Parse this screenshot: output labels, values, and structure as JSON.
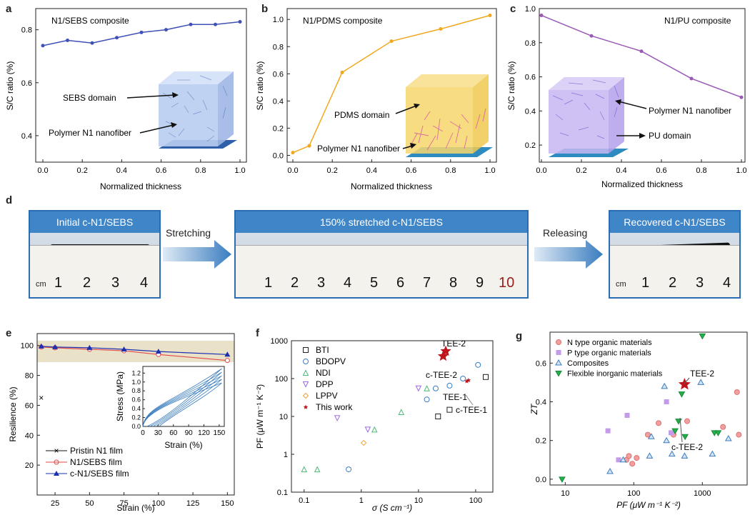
{
  "panel_labels": [
    "a",
    "b",
    "c",
    "d",
    "e",
    "f",
    "g"
  ],
  "colors": {
    "a": "#3f51b5",
    "b": "#f2a81d",
    "c": "#9b59b6",
    "blue_arrow": "#3a7dc0"
  },
  "a": {
    "title": "N1/SEBS composite",
    "xlabel": "Normalized thickness",
    "ylabel": "S/C ratio (%)",
    "yticks": [
      "0.4",
      "0.6",
      "0.8"
    ],
    "xticks": [
      "0.0",
      "0.2",
      "0.4",
      "0.6",
      "0.8",
      "1.0"
    ],
    "ann1": "SEBS domain",
    "ann2": "Polymer N1 nanofiber"
  },
  "b": {
    "title": "N1/PDMS composite",
    "xlabel": "Normalized thickness",
    "ylabel": "S/C ratio (%)",
    "yticks": [
      "0.0",
      "0.2",
      "0.4",
      "0.6",
      "0.8",
      "1.0"
    ],
    "xticks": [
      "0.0",
      "0.2",
      "0.4",
      "0.6",
      "0.8",
      "1.0"
    ],
    "ann1": "PDMS domain",
    "ann2": "Polymer N1 nanofiber"
  },
  "c": {
    "title": "N1/PU composite",
    "xlabel": "Normalized thickness",
    "ylabel": "S/C ratio (%)",
    "yticks": [
      "0.2",
      "0.4",
      "0.6",
      "0.8",
      "1.0"
    ],
    "xticks": [
      "0.0",
      "0.2",
      "0.4",
      "0.6",
      "0.8",
      "1.0"
    ],
    "ann1": "Polymer N1 nanofiber",
    "ann2": "PU domain"
  },
  "d": {
    "photo1": "Initial c-N1/SEBS",
    "arrow1": "Stretching",
    "photo2": "150% stretched c-N1/SEBS",
    "arrow2": "Releasing",
    "photo3": "Recovered c-N1/SEBS",
    "cm": "cm",
    "ticks1": [
      "1",
      "2",
      "3",
      "4"
    ],
    "ticks2": [
      "1",
      "2",
      "3",
      "4",
      "5",
      "6",
      "7",
      "8",
      "9",
      "10"
    ],
    "ticks3": [
      "1",
      "2",
      "3",
      "4"
    ]
  },
  "e": {
    "xlabel": "Strain (%)",
    "ylabel": "Resilience (%)",
    "yticks": [
      "20",
      "40",
      "60",
      "80",
      "100"
    ],
    "xticks": [
      "25",
      "50",
      "75",
      "100",
      "125",
      "150"
    ],
    "legend": [
      "Pristin N1 film",
      "N1/SEBS film",
      "c-N1/SEBS film"
    ],
    "inset": {
      "xlabel": "Strain (%)",
      "ylabel": "Stress (MPa)",
      "xticks": [
        "0",
        "30",
        "60",
        "90",
        "120",
        "150"
      ],
      "yticks": [
        "0.0",
        "0.2",
        "0.4",
        "0.6",
        "0.8",
        "1.0",
        "1.2"
      ]
    }
  },
  "f": {
    "xlabel": "σ (S cm⁻¹)",
    "ylabel": "PF (μW m⁻¹ K⁻²)",
    "xticks": [
      "0.1",
      "1",
      "10",
      "100"
    ],
    "yticks": [
      "0.1",
      "1",
      "10",
      "100",
      "1000"
    ],
    "legend": [
      "BTI",
      "BDOPV",
      "NDI",
      "DPP",
      "LPPV",
      "This work"
    ],
    "ann": [
      "TEE-2",
      "c-TEE-2",
      "TEE-1",
      "c-TEE-1"
    ]
  },
  "g": {
    "xlabel": "PF (μW m⁻¹ K⁻²)",
    "ylabel": "ZT",
    "xticks": [
      "10",
      "100",
      "1000"
    ],
    "yticks": [
      "0.0",
      "0.2",
      "0.4",
      "0.6"
    ],
    "legend": [
      "N type organic materials",
      "P type organic materials",
      "Composites",
      "Flexible inorganic materials"
    ],
    "ann": [
      "TEE-2",
      "c-TEE-2"
    ]
  },
  "chart_data": [
    {
      "type": "line",
      "panel": "a",
      "title": "N1/SEBS composite",
      "xlabel": "Normalized thickness",
      "ylabel": "S/C ratio (%)",
      "x": [
        0,
        0.125,
        0.25,
        0.375,
        0.5,
        0.625,
        0.75,
        0.875,
        1.0
      ],
      "y": [
        0.74,
        0.76,
        0.75,
        0.77,
        0.79,
        0.8,
        0.82,
        0.82,
        0.83
      ],
      "xlim": [
        0,
        1
      ],
      "ylim": [
        0.3,
        0.88
      ]
    },
    {
      "type": "line",
      "panel": "b",
      "title": "N1/PDMS composite",
      "xlabel": "Normalized thickness",
      "ylabel": "S/C ratio (%)",
      "x": [
        0,
        0.083,
        0.25,
        0.5,
        0.75,
        1.0
      ],
      "y": [
        0.02,
        0.07,
        0.61,
        0.84,
        0.93,
        1.03
      ],
      "xlim": [
        0,
        1
      ],
      "ylim": [
        -0.05,
        1.08
      ]
    },
    {
      "type": "line",
      "panel": "c",
      "title": "N1/PU composite",
      "xlabel": "Normalized thickness",
      "ylabel": "S/C ratio (%)",
      "x": [
        0,
        0.25,
        0.5,
        0.75,
        1.0
      ],
      "y": [
        0.96,
        0.84,
        0.75,
        0.59,
        0.48
      ],
      "xlim": [
        0,
        1
      ],
      "ylim": [
        0.1,
        1.0
      ]
    },
    {
      "type": "line",
      "panel": "e",
      "xlabel": "Strain (%)",
      "ylabel": "Resilience (%)",
      "xlim": [
        12,
        155
      ],
      "ylim": [
        0,
        108
      ],
      "series": [
        {
          "name": "Pristin N1 film",
          "x": [
            15
          ],
          "y": [
            65
          ]
        },
        {
          "name": "N1/SEBS film",
          "x": [
            15,
            25,
            50,
            75,
            100,
            150
          ],
          "y": [
            99,
            98.5,
            97.5,
            96.5,
            94,
            90
          ]
        },
        {
          "name": "c-N1/SEBS film",
          "x": [
            15,
            25,
            50,
            75,
            100,
            150
          ],
          "y": [
            99.5,
            99,
            98.5,
            97.5,
            96,
            94
          ]
        }
      ]
    },
    {
      "type": "scatter",
      "panel": "f",
      "xlabel": "σ (S cm⁻¹)",
      "ylabel": "PF (μW m⁻¹ K⁻²)",
      "xscale": "log",
      "yscale": "log",
      "xlim": [
        0.06,
        200
      ],
      "ylim": [
        0.1,
        1000
      ],
      "series": [
        {
          "name": "BTI",
          "x": [
            22,
            35,
            150
          ],
          "y": [
            10,
            15,
            110
          ]
        },
        {
          "name": "BDOPV",
          "x": [
            0.6,
            14,
            20,
            35,
            60,
            110
          ],
          "y": [
            0.4,
            28,
            55,
            65,
            100,
            230
          ]
        },
        {
          "name": "NDI",
          "x": [
            0.1,
            0.17,
            1.7,
            5,
            14
          ],
          "y": [
            0.4,
            0.4,
            4.5,
            13,
            55
          ]
        },
        {
          "name": "DPP",
          "x": [
            0.38,
            1.3,
            10
          ],
          "y": [
            9,
            4.5,
            55
          ]
        },
        {
          "name": "LPPV",
          "x": [
            1.1
          ],
          "y": [
            2
          ]
        },
        {
          "name": "This work",
          "x": [
            30,
            27,
            75,
            70
          ],
          "y": [
            530,
            390,
            90,
            85
          ]
        }
      ]
    },
    {
      "type": "scatter",
      "panel": "g",
      "xlabel": "PF (μW m⁻¹ K⁻²)",
      "ylabel": "ZT",
      "xscale": "log",
      "xlim": [
        6,
        4500
      ],
      "ylim": [
        -0.03,
        0.76
      ],
      "series": [
        {
          "name": "N type organic materials",
          "x": [
            78,
            85,
            95,
            110,
            160,
            230,
            380,
            600,
            2000,
            3200,
            3400
          ],
          "y": [
            0.1,
            0.12,
            0.08,
            0.11,
            0.23,
            0.29,
            0.23,
            0.3,
            0.27,
            0.45,
            0.23
          ]
        },
        {
          "name": "P type organic materials",
          "x": [
            42,
            60,
            80,
            300,
            350
          ],
          "y": [
            0.25,
            0.1,
            0.33,
            0.4,
            0.24
          ]
        },
        {
          "name": "Composites",
          "x": [
            45,
            70,
            170,
            180,
            280,
            300,
            360,
            550,
            950,
            1400,
            2400
          ],
          "y": [
            0.04,
            0.1,
            0.12,
            0.22,
            0.48,
            0.2,
            0.13,
            0.12,
            0.5,
            0.13,
            0.21
          ]
        },
        {
          "name": "Flexible inorganic materials",
          "x": [
            9,
            400,
            450,
            500,
            560,
            1000,
            1500,
            1700
          ],
          "y": [
            0.0,
            0.25,
            0.3,
            0.44,
            0.22,
            0.74,
            0.24,
            0.24
          ]
        },
        {
          "name": "This work",
          "x": [
            550
          ],
          "y": [
            0.49
          ]
        }
      ]
    }
  ]
}
